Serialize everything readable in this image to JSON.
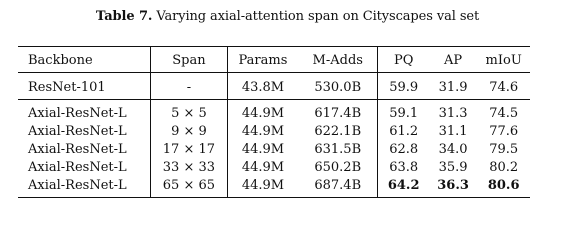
{
  "caption": {
    "label": "Table 7.",
    "text": "Varying axial-attention span on Cityscapes val set"
  },
  "table": {
    "headers": [
      "Backbone",
      "Span",
      "Params",
      "M-Adds",
      "PQ",
      "AP",
      "mIoU"
    ],
    "baseline": {
      "backbone": "ResNet-101",
      "span": "-",
      "params": "43.8M",
      "madds": "530.0B",
      "pq": "59.9",
      "ap": "31.9",
      "miou": "74.6"
    },
    "rows": [
      {
        "backbone": "Axial-ResNet-L",
        "span": "5 × 5",
        "params": "44.9M",
        "madds": "617.4B",
        "pq": "59.1",
        "ap": "31.3",
        "miou": "74.5"
      },
      {
        "backbone": "Axial-ResNet-L",
        "span": "9 × 9",
        "params": "44.9M",
        "madds": "622.1B",
        "pq": "61.2",
        "ap": "31.1",
        "miou": "77.6"
      },
      {
        "backbone": "Axial-ResNet-L",
        "span": "17 × 17",
        "params": "44.9M",
        "madds": "631.5B",
        "pq": "62.8",
        "ap": "34.0",
        "miou": "79.5"
      },
      {
        "backbone": "Axial-ResNet-L",
        "span": "33 × 33",
        "params": "44.9M",
        "madds": "650.2B",
        "pq": "63.8",
        "ap": "35.9",
        "miou": "80.2"
      },
      {
        "backbone": "Axial-ResNet-L",
        "span": "65 × 65",
        "params": "44.9M",
        "madds": "687.4B",
        "pq": "64.2",
        "ap": "36.3",
        "miou": "80.6"
      }
    ],
    "bold_row_index": 4
  }
}
